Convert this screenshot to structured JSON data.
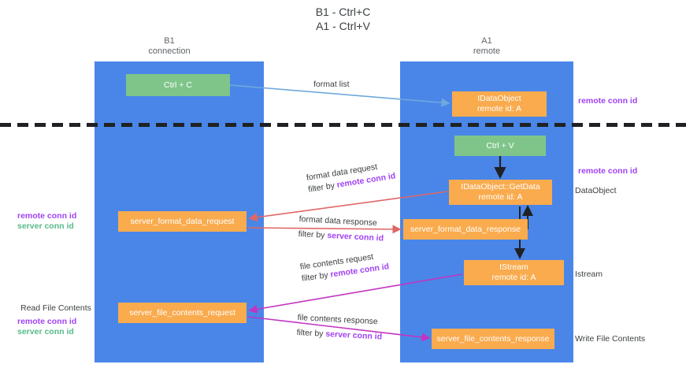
{
  "title": {
    "line1": "B1 - Ctrl+C",
    "line2": "A1 - Ctrl+V"
  },
  "columns": {
    "left": {
      "name": "B1",
      "role": "connection"
    },
    "right": {
      "name": "A1",
      "role": "remote"
    }
  },
  "nodes": {
    "ctrl_c": {
      "line1": "Ctrl + C",
      "line2": ""
    },
    "idataobject": {
      "line1": "IDataObject",
      "line2": "remote id: A"
    },
    "ctrl_v": {
      "line1": "Ctrl + V",
      "line2": ""
    },
    "idataobject_getdata": {
      "line1": "IDataObject::GetData",
      "line2": "remote id: A"
    },
    "server_format_data_request": {
      "line1": "server_format_data_request",
      "line2": ""
    },
    "server_format_data_response": {
      "line1": "server_format_data_response",
      "line2": ""
    },
    "istream": {
      "line1": "IStream",
      "line2": "remote id: A"
    },
    "server_file_contents_request": {
      "line1": "server_file_contents_request",
      "line2": ""
    },
    "server_file_contents_response": {
      "line1": "server_file_contents_response",
      "line2": ""
    }
  },
  "edge_labels": {
    "format_list": {
      "text": "format list"
    },
    "format_data_request": {
      "line1": "format data request",
      "filter_prefix": "filter by ",
      "filter_key": "remote conn id"
    },
    "format_data_response": {
      "line1": "format data response",
      "filter_prefix": "filter by ",
      "filter_key": "server conn id"
    },
    "file_contents_request": {
      "line1": "file contents request",
      "filter_prefix": "filter by ",
      "filter_key": "remote conn id"
    },
    "file_contents_response": {
      "line1": "file contents response",
      "filter_prefix": "filter by ",
      "filter_key": "server conn id"
    }
  },
  "annotations": {
    "remote_conn_id_top": "remote conn id",
    "remote_conn_id_middle": "remote conn id",
    "dataobject": "DataObject",
    "istream": "Istream",
    "write_file_contents": "Write File Contents",
    "read_file_contents": "Read File Contents",
    "left_remote_conn_id_1": "remote conn id",
    "left_server_conn_id_1": "server conn id",
    "left_remote_conn_id_2": "remote conn id",
    "left_server_conn_id_2": "server conn id"
  },
  "colors": {
    "lane": "#4a86e8",
    "node_orange": "#f9ab4e",
    "node_green": "#7fc58a",
    "purple": "#a142f4",
    "green": "#57bb8a",
    "red_arrow": "#e06666",
    "blue_arrow": "#6fa8dc",
    "magenta": "#c234c2",
    "divider": "#202124"
  }
}
